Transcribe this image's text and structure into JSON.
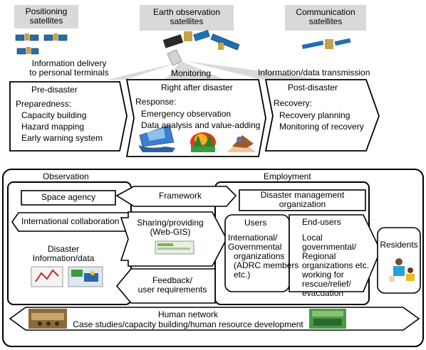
{
  "satellites": {
    "positioning": [
      "Positioning",
      "satellites"
    ],
    "earth_observation": [
      "Earth observation",
      "satellites"
    ],
    "communication": [
      "Communication",
      "satellites"
    ]
  },
  "flows": {
    "info_delivery": [
      "Information delivery",
      "to personal terminals"
    ],
    "monitoring": "Monitoring",
    "transmission": "Information/data transmission"
  },
  "phases": {
    "pre": {
      "title": "Pre-disaster",
      "subtitle": "Preparedness:",
      "items": [
        "Capacity building",
        "Hazard mapping",
        "Early warning system"
      ]
    },
    "right_after": {
      "title": "Right after disaster",
      "subtitle": "Response:",
      "items": [
        "Emergency observation",
        "Data analysis and value-adding"
      ]
    },
    "post": {
      "title": "Post-disaster",
      "subtitle": "Recovery:",
      "items": [
        "Recovery planning",
        "Monitoring of recovery"
      ]
    }
  },
  "observation": {
    "title": "Observation",
    "space_agency": "Space agency",
    "international_collaboration": "International collaboration",
    "disaster_info": [
      "Disaster",
      "Information/data"
    ]
  },
  "employment": {
    "title": "Employment",
    "dm_org": [
      "Disaster management",
      "organization"
    ],
    "users": {
      "title": "Users",
      "lines": [
        "International/",
        "Governmental",
        "organizations",
        "(ADRC members",
        "etc.)"
      ]
    },
    "end_users": {
      "title": "End-users",
      "lines": [
        "Local",
        "governmental/",
        "Regional",
        "organizations etc.",
        "working for",
        "rescue/relief/",
        "evacuation"
      ]
    }
  },
  "center": {
    "framework": "Framework",
    "sharing": [
      "Sharing/providing",
      "(Web-GIS)"
    ],
    "feedback": [
      "Feedback/",
      "user requirements"
    ]
  },
  "residents": "Residents",
  "human_network": {
    "title": "Human network",
    "subtitle": "Case studies/capacity building/human resource development"
  },
  "colors": {
    "label_bg": "#d9d9d9",
    "panel": "#1e6fb0",
    "grass": "#3d9a3d",
    "fire": "#e43a12",
    "water": "#3a7fd0"
  }
}
